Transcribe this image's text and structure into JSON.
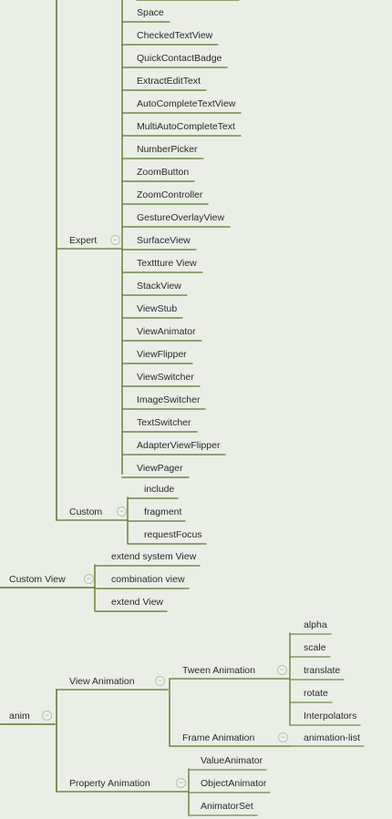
{
  "expert": {
    "label": "Expert",
    "items": [
      "Space",
      "CheckedTextView",
      "QuickContactBadge",
      "ExtractEditText",
      "AutoCompleteTextView",
      "MultiAutoCompleteText",
      "NumberPicker",
      "ZoomButton",
      "ZoomController",
      "GestureOverlayView",
      "SurfaceView",
      "Texttture View",
      "StackView",
      "ViewStub",
      "ViewAnimator",
      "ViewFlipper",
      "ViewSwitcher",
      "ImageSwitcher",
      "TextSwitcher",
      "AdapterViewFlipper",
      "ViewPager"
    ]
  },
  "custom": {
    "label": "Custom",
    "items": [
      "include",
      "fragment",
      "requestFocus"
    ]
  },
  "custom_view": {
    "label": "Custom View",
    "items": [
      "extend system View",
      "combination view",
      "extend View"
    ]
  },
  "anim": {
    "label": "anim",
    "view_animation": {
      "label": "View Animation",
      "tween": {
        "label": "Tween Animation",
        "items": [
          "alpha",
          "scale",
          "translate",
          "rotate",
          "Interpolators"
        ]
      },
      "frame": {
        "label": "Frame Animation",
        "items": [
          "animation-list"
        ]
      }
    },
    "property_animation": {
      "label": "Property Animation",
      "items": [
        "ValueAnimator",
        "ObjectAnimator",
        "AnimatorSet"
      ]
    }
  },
  "colors": {
    "line": "#6e8a45",
    "toggle": "#b7c2a8",
    "background": "#ebeee6"
  },
  "toggle_symbol": "−"
}
